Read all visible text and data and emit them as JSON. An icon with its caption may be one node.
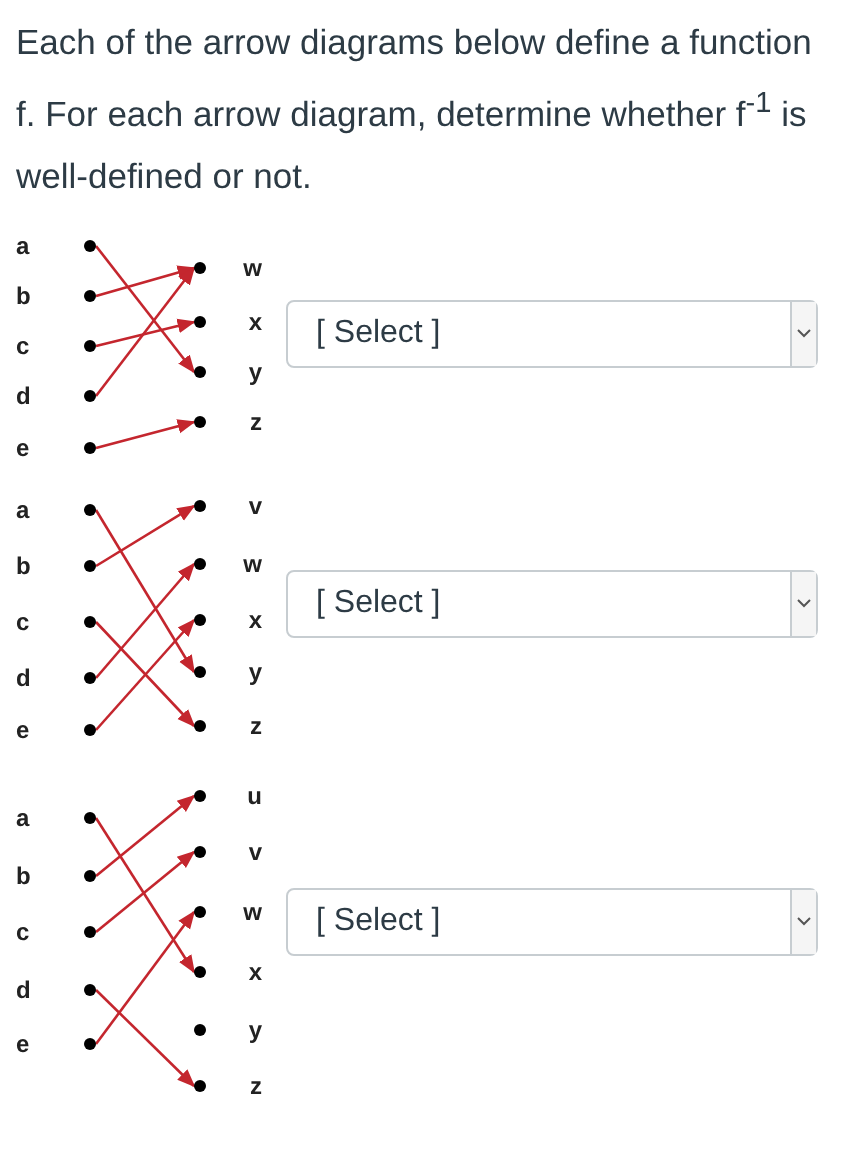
{
  "diagram": {
    "title": "Each of the arrow diagrams below define a function f. For each arrow diagram, determine whether f$^{-1}$ is well-defined or not.",
    "nodes": [
      {
        "text": [
          "a"
        ]
      },
      {
        "text": [
          "b"
        ]
      },
      {
        "text": [
          "c"
        ]
      },
      {
        "text": [
          "d"
        ]
      },
      {
        "text": [
          "e"
        ]
      },
      {
        "text": [
          "w"
        ]
      },
      {
        "text": [
          "x"
        ]
      },
      {
        "text": [
          "y"
        ]
      },
      {
        "text": [
          "z"
        ]
      },
      {
        "text": [
          "a"
        ]
      },
      {
        "text": [
          "b"
        ]
      },
      {
        "text": [
          "c"
        ]
      },
      {
        "text": [
          "d"
        ]
      },
      {
        "text": [
          "e"
        ]
      },
      {
        "text": [
          "v"
        ]
      },
      {
        "text": [
          "w"
        ]
      },
      {
        "text": [
          "x"
        ]
      },
      {
        "text": [
          "y"
        ]
      },
      {
        "text": [
          "z"
        ]
      },
      {
        "text": [
          "a"
        ]
      },
      {
        "text": [
          "b"
        ]
      },
      {
        "text": [
          "c"
        ]
      },
      {
        "text": [
          "d"
        ]
      },
      {
        "text": [
          "e"
        ]
      },
      {
        "text": [
          "u"
        ]
      },
      {
        "text": [
          "v"
        ]
      },
      {
        "text": [
          "w"
        ]
      },
      {
        "text": [
          "x"
        ]
      },
      {
        "text": [
          "y"
        ]
      },
      {
        "text": [
          "z"
        ]
      }
    ],
    "edges": [
      {
        "from": 0,
        "to": 7,
        "arrow": "to"
      },
      {
        "from": 1,
        "to": 5,
        "arrow": "to"
      },
      {
        "from": 2,
        "to": 6,
        "arrow": "to"
      },
      {
        "from": 3,
        "to": 5,
        "arrow": "to"
      },
      {
        "from": 4,
        "to": 8,
        "arrow": "to"
      },
      {
        "from": 9,
        "to": 17,
        "arrow": "to"
      },
      {
        "from": 10,
        "to": 14,
        "arrow": "to"
      },
      {
        "from": 11,
        "to": 18,
        "arrow": "to"
      },
      {
        "from": 12,
        "to": 15,
        "arrow": "to"
      },
      {
        "from": 13,
        "to": 16,
        "arrow": "to"
      },
      {
        "from": 19,
        "to": 27,
        "arrow": "to"
      },
      {
        "from": 20,
        "to": 24,
        "arrow": "to"
      },
      {
        "from": 21,
        "to": 25,
        "arrow": "to"
      },
      {
        "from": 22,
        "to": 29,
        "arrow": "to"
      },
      {
        "from": 23,
        "to": 26,
        "arrow": "to"
      }
    ],
    "labels": [
      "[ Select ]",
      "[ Select ]",
      "[ Select ]"
    ]
  }
}
